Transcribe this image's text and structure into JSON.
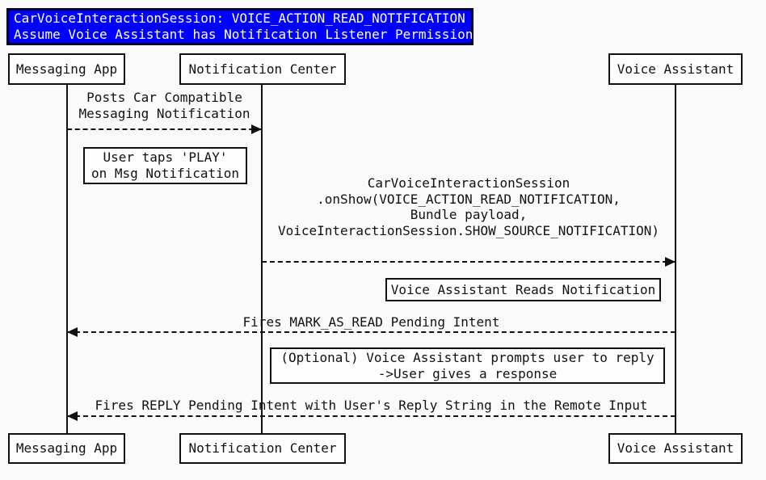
{
  "title": {
    "line1": "CarVoiceInteractionSession: VOICE_ACTION_READ_NOTIFICATION",
    "line2": "Assume Voice Assistant has Notification Listener Permission"
  },
  "participants": [
    {
      "name": "Messaging App"
    },
    {
      "name": "Notification Center"
    },
    {
      "name": "Voice Assistant"
    }
  ],
  "messages": [
    {
      "from": "Messaging App",
      "to": "Notification Center",
      "label": "Posts Car Compatible\nMessaging Notification",
      "line_style": "dashed"
    },
    {
      "from": "Notification Center",
      "to": "Voice Assistant",
      "label": "CarVoiceInteractionSession\n.onShow(VOICE_ACTION_READ_NOTIFICATION,\nBundle payload,\nVoiceInteractionSession.SHOW_SOURCE_NOTIFICATION)",
      "line_style": "dashed"
    },
    {
      "from": "Voice Assistant",
      "to": "Messaging App",
      "label": "Fires MARK_AS_READ Pending Intent",
      "line_style": "dashed"
    },
    {
      "from": "Voice Assistant",
      "to": "Messaging App",
      "label": "Fires REPLY Pending Intent with User's Reply String in the Remote Input",
      "line_style": "dashed"
    }
  ],
  "notes": [
    {
      "label": "User taps 'PLAY'\non Msg Notification"
    },
    {
      "label": "Voice Assistant Reads Notification"
    },
    {
      "label": "(Optional) Voice Assistant prompts user to reply\n->User gives a response"
    }
  ],
  "colors": {
    "title_bg": "#0000ff",
    "title_text": "#ffffff",
    "line": "#111111",
    "box_bg": "#fefefe",
    "page_bg": "#fafafa"
  }
}
